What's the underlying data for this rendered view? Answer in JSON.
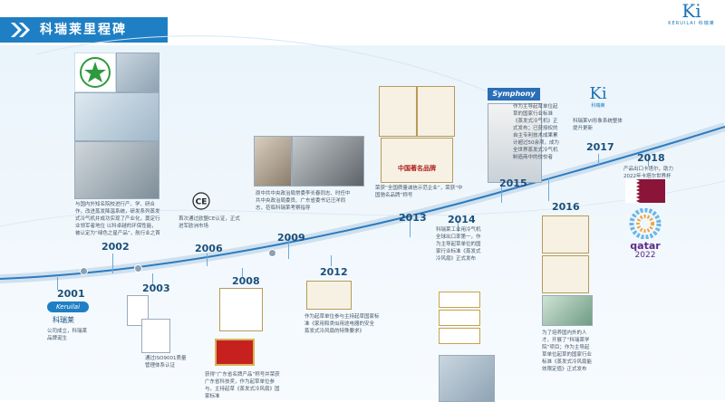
{
  "header": {
    "title": "科瑞莱里程碑"
  },
  "logo": {
    "mark": "Ki",
    "sub": "KERUILAI 科瑞莱"
  },
  "colors": {
    "accent": "#1f7fc4",
    "timeline": "#2b7bbf"
  },
  "milestones": {
    "y2001": {
      "year": "2001",
      "brand": "Keruilai",
      "brand_cn": "科瑞莱",
      "text": "公司成立，科瑞莱品牌诞生"
    },
    "y2002": {
      "year": "2002",
      "text": "与国内外知名院校进行产、学、研合作，改进蒸发降温系统，研发系列蒸发式冷气机并成功实现了产业化，奠定行业领军者地位 以科卓越的环保性能，被认定为“绿色之星产品”，航行业之首"
    },
    "y2003": {
      "year": "2003",
      "text": "通过ISO9001质量管理体系认证"
    },
    "y2006": {
      "year": "2006",
      "text": "首次通过欧盟CE认证，正式进军欧洲市场"
    },
    "y2008": {
      "year": "2008",
      "text": "获得“广东省名牌产品”称号并荣获广东省科技奖，作为起草单位参与，主持起草《蒸发式冷风扇》国家标准"
    },
    "y2009": {
      "year": "2009",
      "text": "原中共中央政治局常委李长春同志、时任中共中央政治局委员、广东省委书记汪洋同志，莅临科瑞莱考察指导"
    },
    "y2012": {
      "year": "2012",
      "text": "作为起草单位参与主持起草国家标准《家用和类似用途电器的安全 蒸发式冷风扇的特殊要求》"
    },
    "y2013": {
      "year": "2013",
      "text": "荣获“全国质量诚信示范企业”，荣获“中国驰名品牌”称号",
      "award": "中国著名品牌"
    },
    "y2014": {
      "year": "2014",
      "text": "科瑞莱工业用冷气机全球出口率第一，作为主导起草单位的国家行业标准《蒸发式冷风扇》正式发布"
    },
    "y2015": {
      "year": "2015",
      "brand": "Symphony",
      "text": "作为主导起草单位起草的国家行业标准《蒸发式冷气机》正式发布；已获授权的自主专利技术成果累计超过50余项，成为全世界蒸发式冷气机制造商中的佼佼者"
    },
    "y2016": {
      "year": "2016",
      "text": "为了培养国内外的人才，开展了“科瑞莱学院”项目；作为主导起草单位起草的国家行业标准《蒸发式冷风扇能效限定值》正式发布"
    },
    "y2017": {
      "year": "2017",
      "brand": "Ki",
      "brand_sub": "科瑞莱",
      "text": "科瑞莱VI形象系统整体提升更新"
    },
    "y2018": {
      "year": "2018",
      "text": "产品出口卡塔尔，助力2022年卡塔尔世界杯",
      "event": "qatar",
      "event_year": "2022"
    }
  }
}
